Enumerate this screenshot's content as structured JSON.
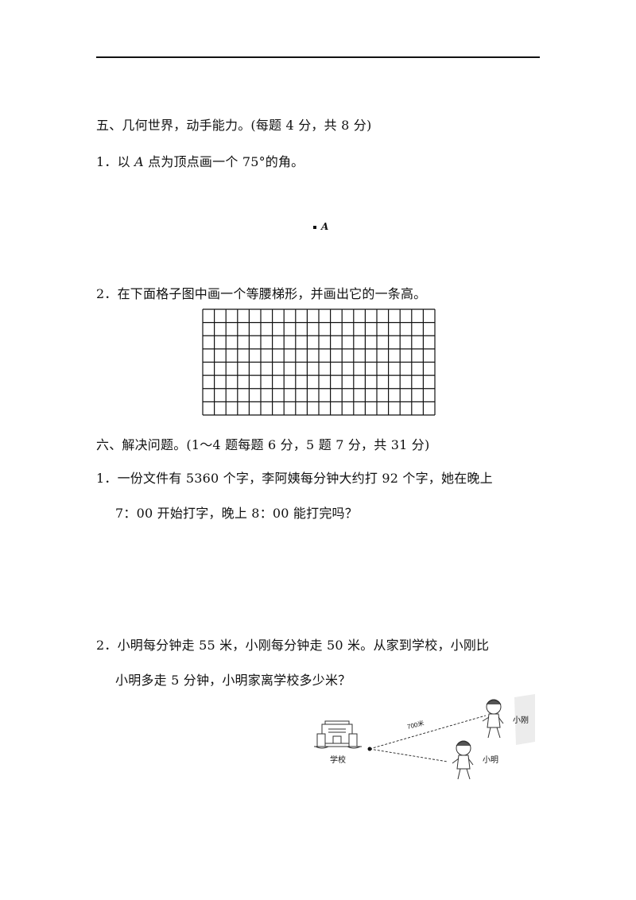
{
  "section5": {
    "title": "五、几何世界，动手能力。(每题 4 分，共 8 分)",
    "q1_prefix": "1．以 ",
    "q1_var": "A",
    "q1_suffix": " 点为顶点画一个 75°的角。",
    "point_label": "A",
    "q2": "2．在下面格子图中画一个等腰梯形，并画出它的一条高。"
  },
  "grid": {
    "cols": 20,
    "rows": 8
  },
  "section6": {
    "title": "六、解决问题。(1～4 题每题 6 分，5 题 7 分，共 31 分)",
    "q1_line1": "1．一份文件有 5360 个字，李阿姨每分钟大约打 92 个字，她在晚上",
    "q1_line2": "7：00 开始打字，晚上 8：00 能打完吗？",
    "q2_line1": "2．小明每分钟走 55 米，小刚每分钟走 50 米。从家到学校，小刚比",
    "q2_line2": "小明多走 5 分钟，小明家离学校多少米？"
  },
  "figure": {
    "school_label": "学校",
    "distance_label": "700米",
    "xiaogang_label": "小刚",
    "xiaoming_label": "小明"
  }
}
